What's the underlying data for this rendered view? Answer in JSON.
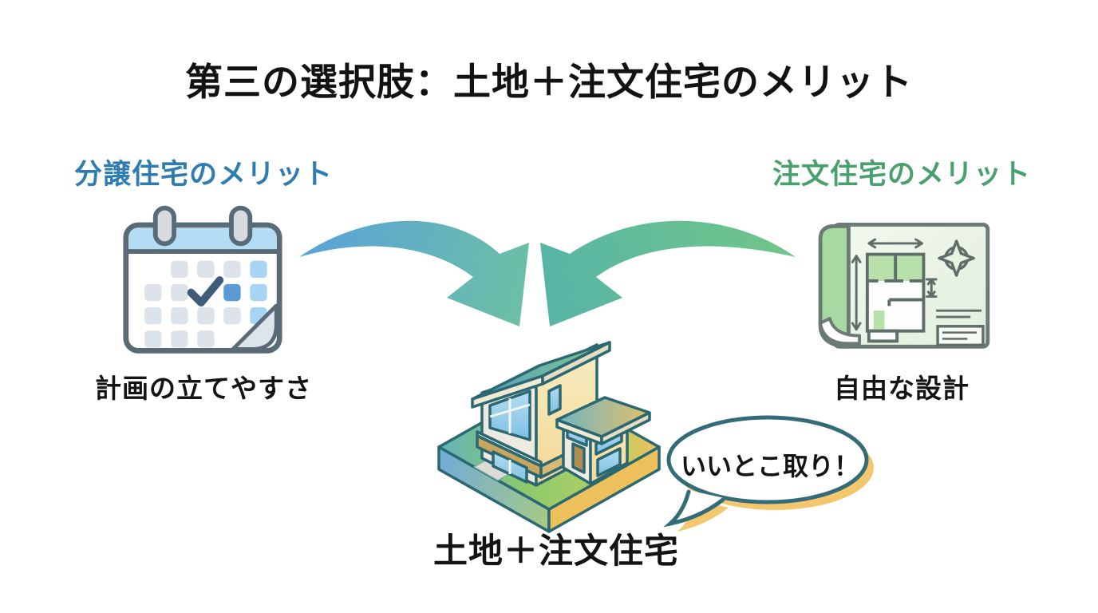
{
  "title": "第三の選択肢：土地＋注文住宅のメリット",
  "left_panel": {
    "heading": "分譲住宅のメリット",
    "heading_color": "#2e7db2",
    "icon": "calendar-icon",
    "caption": "計画の立てやすさ"
  },
  "right_panel": {
    "heading": "注文住宅のメリット",
    "heading_color": "#48a06c",
    "icon": "blueprint-icon",
    "caption": "自由な設計"
  },
  "center": {
    "icon": "house-icon",
    "label": "土地＋注文住宅",
    "speech_bubble_text": "いいとこ取り！"
  },
  "icons": {
    "calendar-icon": "calendar with checked date",
    "blueprint-icon": "rolled floor-plan blueprint with compass",
    "house-icon": "isometric two-story house on green plot",
    "speech-bubble": "rounded speech balloon with tail"
  },
  "colors": {
    "background": "#ffffff",
    "text": "#141414",
    "accent_blue": "#2e7db2",
    "accent_green": "#48a06c",
    "arrow_blue": "#58a2da",
    "arrow_teal": "#6cc0a4",
    "arrow_green": "#70c687",
    "bubble_outline": "#336b78",
    "bubble_shadow": "#f3c76d",
    "house_outline": "#2b6871",
    "calendar_outline": "#5a6b78",
    "calendar_band": "#b5dcf5",
    "calendar_selected": "#5b9bd5",
    "blueprint_green": "#a9d9a2"
  }
}
